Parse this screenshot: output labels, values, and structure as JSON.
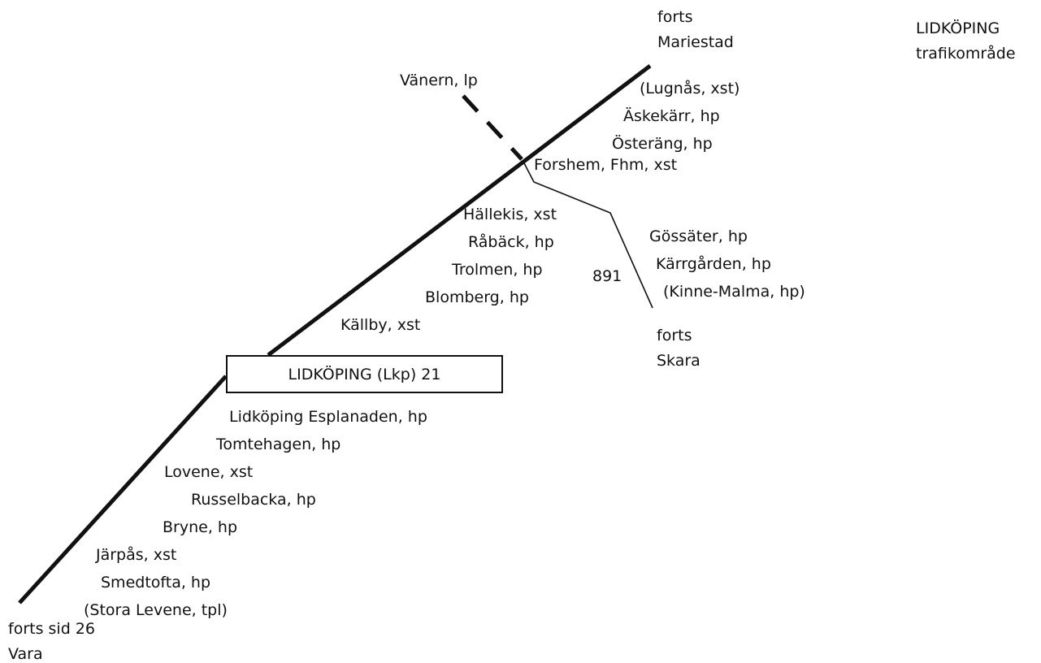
{
  "region": {
    "name": "LIDKÖPING",
    "subtitle": "trafikområde"
  },
  "mariestad_end": {
    "line1": "forts",
    "line2": "Mariestad"
  },
  "vara_end": {
    "line1": "forts sid 26",
    "line2": "Vara"
  },
  "skara_end": {
    "line1": "forts",
    "line2": "Skara"
  },
  "vanern": "Vänern, lp",
  "junction": "Forshem, Fhm, xst",
  "main_station": "LIDKÖPING (Lkp) 21",
  "line_number": "891",
  "upper_stations": [
    "(Lugnås, xst)",
    "Äskekärr, hp",
    "Österäng, hp"
  ],
  "middle_stations": [
    "Hällekis, xst",
    "Råbäck, hp",
    "Trolmen, hp",
    "Blomberg, hp",
    "Källby, xst"
  ],
  "branch_stations": [
    "Gössäter, hp",
    "Kärrgården, hp",
    "(Kinne-Malma, hp)"
  ],
  "lower_stations": [
    "Lidköping Esplanaden, hp",
    "Tomtehagen, hp",
    "Lovene, xst",
    "Russelbacka, hp",
    "Bryne, hp",
    "Järpås, xst",
    "Smedtofta, hp",
    "(Stora Levene, tpl)"
  ]
}
